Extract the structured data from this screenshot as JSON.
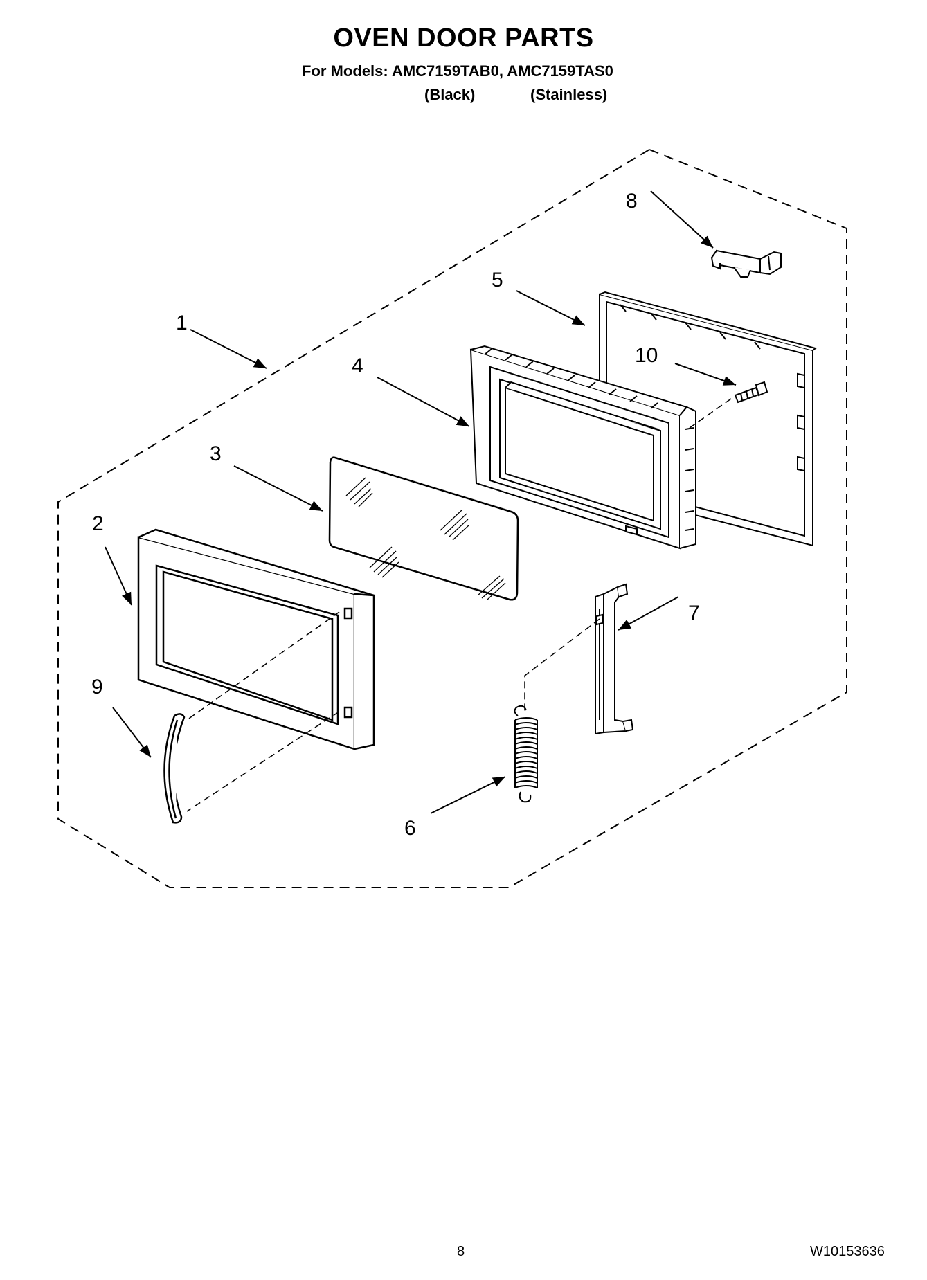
{
  "header": {
    "title": "OVEN DOOR PARTS",
    "models": "For Models: AMC7159TAB0, AMC7159TAS0",
    "variant_black": "(Black)",
    "variant_stainless": "(Stainless)"
  },
  "callouts": [
    "1",
    "2",
    "3",
    "4",
    "5",
    "6",
    "7",
    "8",
    "9",
    "10"
  ],
  "footer": {
    "page_number": "8",
    "document_number": "W10153636"
  }
}
